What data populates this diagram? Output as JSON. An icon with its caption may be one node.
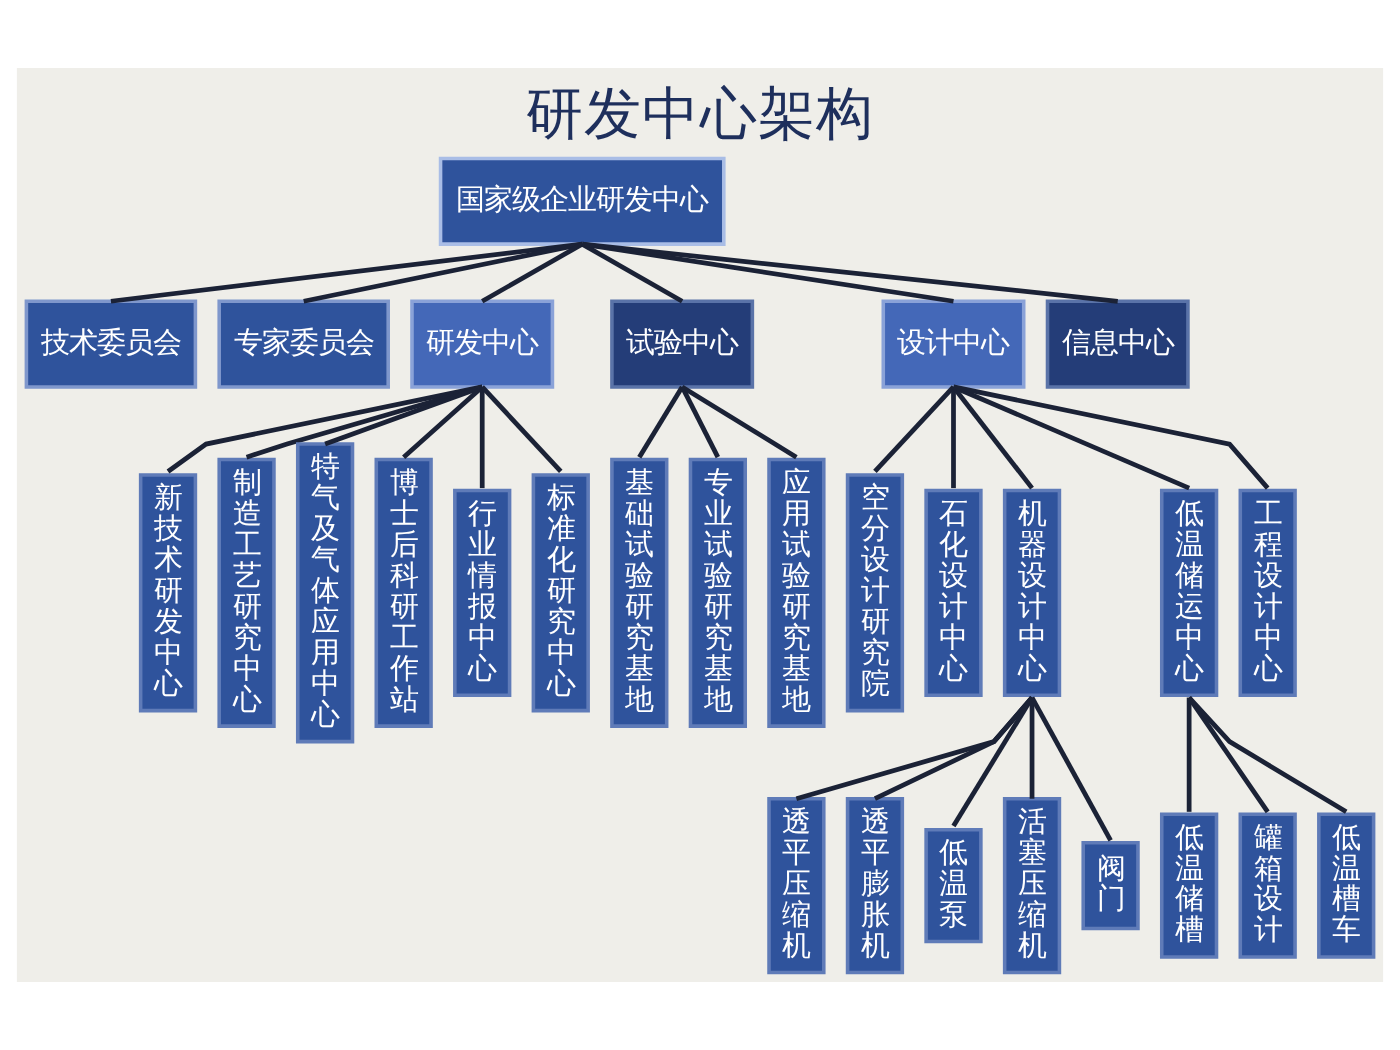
{
  "diagram": {
    "title": "研发中心架构",
    "nodes": [
      {
        "text": [
          "国家级企业研发中心"
        ]
      },
      {
        "text": [
          "技术委员会"
        ]
      },
      {
        "text": [
          "专家委员会"
        ]
      },
      {
        "text": [
          "研发中心"
        ]
      },
      {
        "text": [
          "试验中心"
        ]
      },
      {
        "text": [
          "设计中心"
        ]
      },
      {
        "text": [
          "信息中心"
        ]
      },
      {
        "text": [
          "新技术研发中心"
        ]
      },
      {
        "text": [
          "制造工艺研究中心"
        ]
      },
      {
        "text": [
          "特气及气体应用中心"
        ]
      },
      {
        "text": [
          "博士后科研工作站"
        ]
      },
      {
        "text": [
          "行业情报中心"
        ]
      },
      {
        "text": [
          "标准化研究中心"
        ]
      },
      {
        "text": [
          "基础试验研究基地"
        ]
      },
      {
        "text": [
          "专业试验研究基地"
        ]
      },
      {
        "text": [
          "应用试验研究基地"
        ]
      },
      {
        "text": [
          "空分设计研究院"
        ]
      },
      {
        "text": [
          "石化设计中心"
        ]
      },
      {
        "text": [
          "机器设计中心"
        ]
      },
      {
        "text": [
          "低温储运中心"
        ]
      },
      {
        "text": [
          "工程设计中心"
        ]
      },
      {
        "text": [
          "透平压缩机"
        ]
      },
      {
        "text": [
          "透平膨胀机"
        ]
      },
      {
        "text": [
          "低温泵"
        ]
      },
      {
        "text": [
          "活塞压缩机"
        ]
      },
      {
        "text": [
          "阀门"
        ]
      },
      {
        "text": [
          "低温储槽"
        ]
      },
      {
        "text": [
          "罐箱设计"
        ]
      },
      {
        "text": [
          "低温槽车"
        ]
      }
    ],
    "edges": [
      {
        "from": 0,
        "to": 1,
        "arrow": "none"
      },
      {
        "from": 0,
        "to": 2,
        "arrow": "none"
      },
      {
        "from": 0,
        "to": 3,
        "arrow": "none"
      },
      {
        "from": 0,
        "to": 4,
        "arrow": "none"
      },
      {
        "from": 0,
        "to": 5,
        "arrow": "none"
      },
      {
        "from": 0,
        "to": 6,
        "arrow": "none"
      },
      {
        "from": 3,
        "to": 7,
        "arrow": "none"
      },
      {
        "from": 3,
        "to": 8,
        "arrow": "none"
      },
      {
        "from": 3,
        "to": 9,
        "arrow": "none"
      },
      {
        "from": 3,
        "to": 10,
        "arrow": "none"
      },
      {
        "from": 3,
        "to": 11,
        "arrow": "none"
      },
      {
        "from": 3,
        "to": 12,
        "arrow": "none"
      },
      {
        "from": 4,
        "to": 13,
        "arrow": "none"
      },
      {
        "from": 4,
        "to": 14,
        "arrow": "none"
      },
      {
        "from": 4,
        "to": 15,
        "arrow": "none"
      },
      {
        "from": 5,
        "to": 16,
        "arrow": "none"
      },
      {
        "from": 5,
        "to": 17,
        "arrow": "none"
      },
      {
        "from": 5,
        "to": 18,
        "arrow": "none"
      },
      {
        "from": 5,
        "to": 19,
        "arrow": "none"
      },
      {
        "from": 5,
        "to": 20,
        "arrow": "none"
      },
      {
        "from": 18,
        "to": 21,
        "arrow": "none"
      },
      {
        "from": 18,
        "to": 22,
        "arrow": "none"
      },
      {
        "from": 18,
        "to": 23,
        "arrow": "none"
      },
      {
        "from": 18,
        "to": 24,
        "arrow": "none"
      },
      {
        "from": 18,
        "to": 25,
        "arrow": "none"
      },
      {
        "from": 19,
        "to": 26,
        "arrow": "none"
      },
      {
        "from": 19,
        "to": 27,
        "arrow": "none"
      },
      {
        "from": 19,
        "to": 28,
        "arrow": "none"
      }
    ]
  }
}
